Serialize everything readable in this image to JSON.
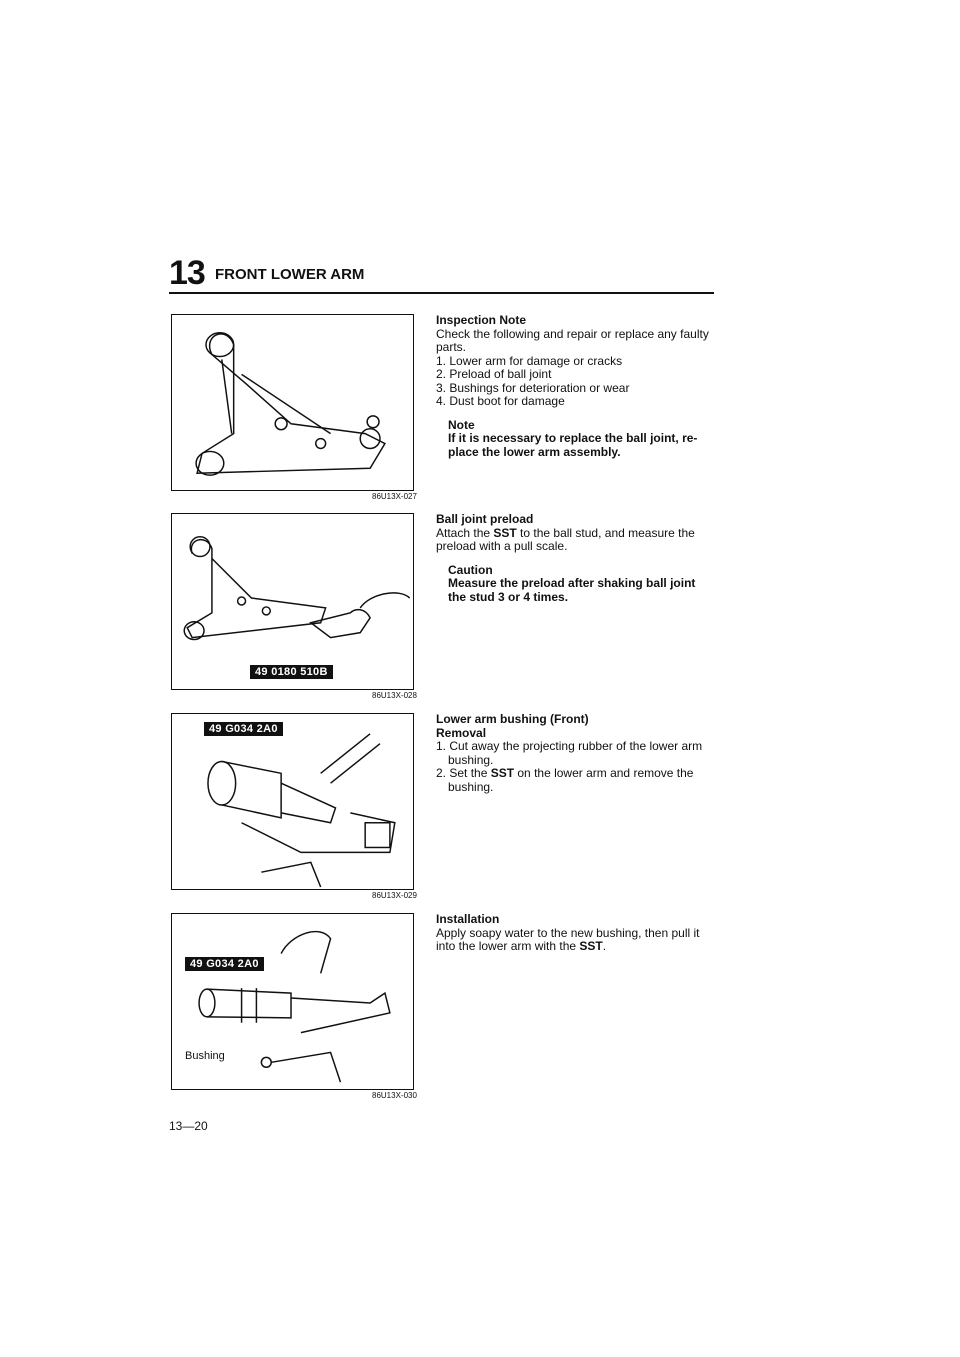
{
  "header": {
    "chapter_number": "13",
    "chapter_title": "FRONT LOWER ARM"
  },
  "figures": [
    {
      "code": "86U13X-027",
      "tag": "",
      "label": ""
    },
    {
      "code": "86U13X-028",
      "tag": "49 0180 510B",
      "label": ""
    },
    {
      "code": "86U13X-029",
      "tag": "49 G034 2A0",
      "label": ""
    },
    {
      "code": "86U13X-030",
      "tag": "49 G034 2A0",
      "label": "Bushing"
    }
  ],
  "sections": {
    "inspection": {
      "heading": "Inspection Note",
      "intro": "Check the following and repair or replace any faulty parts.",
      "items": [
        "1. Lower arm for damage or cracks",
        "2. Preload of ball joint",
        "3. Bushings for deterioration or wear",
        "4. Dust boot for damage"
      ],
      "note_title": "Note",
      "note_text": "If it is necessary to replace the ball joint, re-place the lower arm assembly."
    },
    "preload": {
      "heading": "Ball joint preload",
      "text_before": "Attach the ",
      "sst": "SST",
      "text_after": " to the ball stud, and measure the preload with a pull scale.",
      "caution_title": "Caution",
      "caution_text": "Measure the preload after shaking ball joint the stud 3 or 4 times."
    },
    "bushing": {
      "heading": "Lower arm bushing (Front)",
      "subheading": "Removal",
      "item1": "1. Cut away the projecting rubber of the lower arm bushing.",
      "item2_before": "2. Set the ",
      "sst": "SST",
      "item2_after": " on the lower arm and remove the bushing."
    },
    "installation": {
      "heading": "Installation",
      "text_before": "Apply soapy water to the new bushing, then pull it into the lower arm with the ",
      "sst": "SST",
      "text_after": "."
    }
  },
  "page_number": "13—20"
}
